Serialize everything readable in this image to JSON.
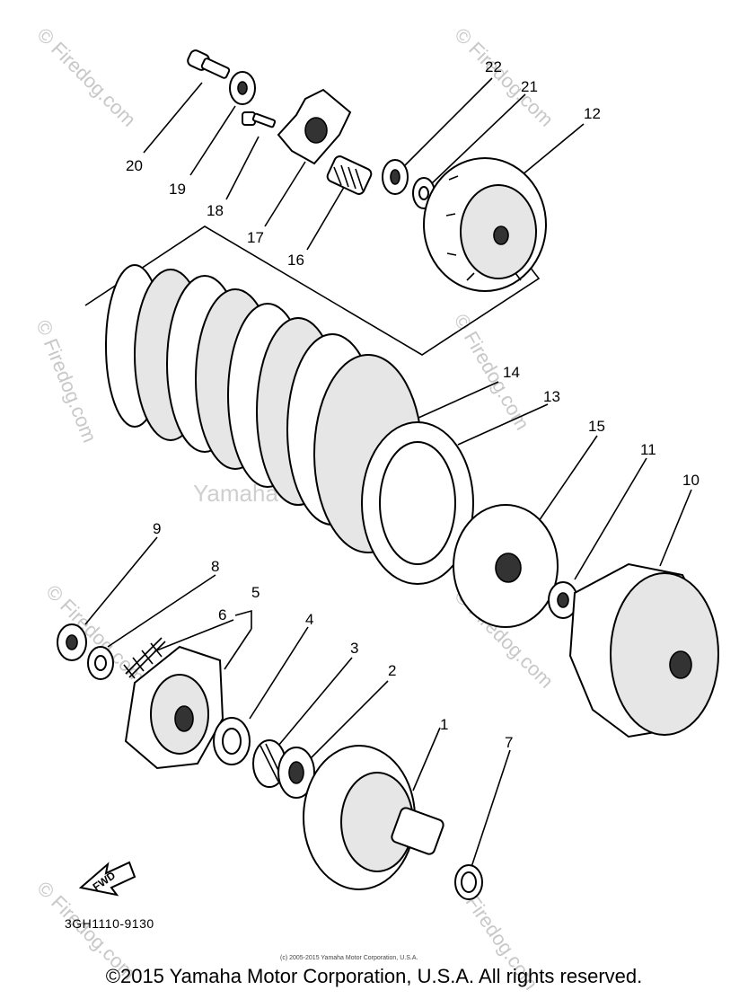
{
  "diagram": {
    "part_labels": [
      "1",
      "2",
      "3",
      "4",
      "5",
      "6",
      "7",
      "8",
      "9",
      "10",
      "11",
      "12",
      "13",
      "14",
      "15",
      "16",
      "17",
      "18",
      "19",
      "20",
      "21",
      "22"
    ],
    "diagram_code": "3GH1110-9130",
    "fwd_label": "FWD",
    "small_copyright": "(c) 2005-2015 Yamaha Motor Corporation, U.S.A.",
    "watermark_center": "Yamaha Motor Corp U.S.A.",
    "watermark_site": "© Firedog.com"
  },
  "footer": {
    "copyright": "©2015 Yamaha Motor Corporation, U.S.A. All rights reserved."
  }
}
